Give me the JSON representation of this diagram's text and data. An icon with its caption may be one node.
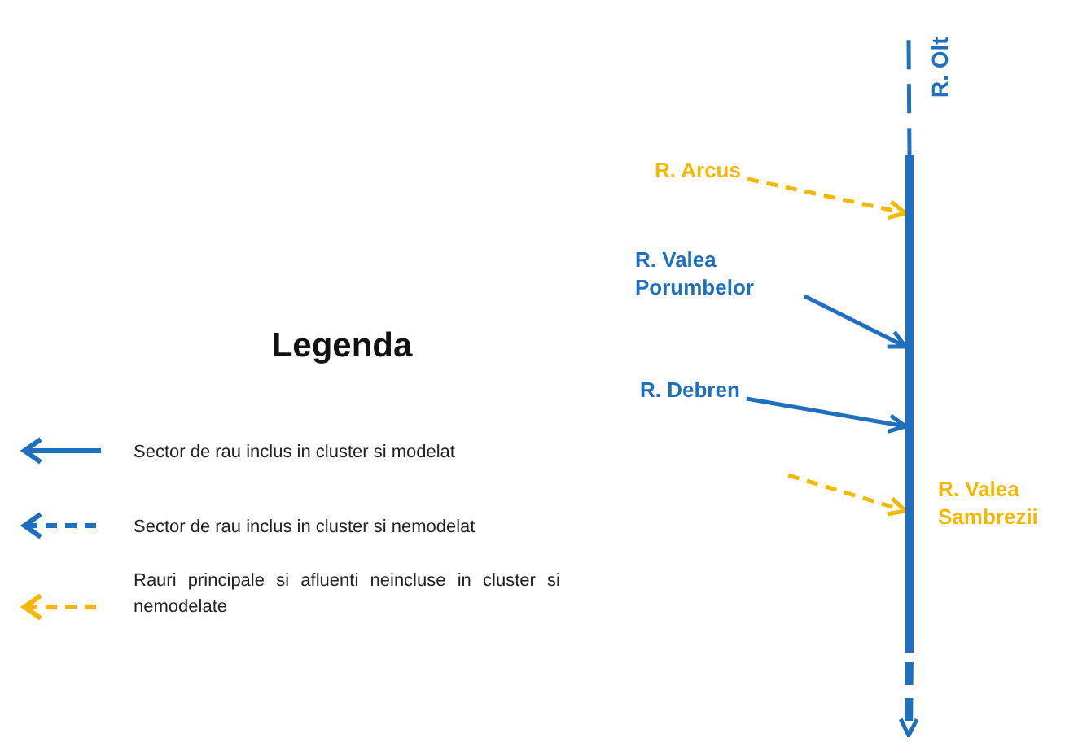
{
  "diagram": {
    "nodes": [
      {
        "text": [
          "R. Olt"
        ]
      },
      {
        "text": [
          "R. Arcus"
        ]
      },
      {
        "text": [
          "R. Valea Porumbelor"
        ]
      },
      {
        "text": [
          "R. Debren"
        ]
      },
      {
        "text": [],
        "shape": "bar"
      }
    ],
    "edges": [
      {
        "from": 0,
        "to": 4,
        "arrow": "none",
        "style": "dashed"
      },
      {
        "from": 1,
        "to": 4,
        "arrow": "to",
        "style": "dashed",
        "color": "#f5b800"
      },
      {
        "from": 2,
        "to": 4,
        "arrow": "to"
      },
      {
        "from": 3,
        "to": 4,
        "arrow": "to"
      },
      {
        "from": null,
        "to": 4,
        "arrow": "to",
        "style": "dashed",
        "color": "#f5b800"
      },
      {
        "from": 4,
        "to": null,
        "arrow": "to",
        "style": "dashed"
      }
    ],
    "labels": [
      "R. Valea Sambrezii",
      "Legenda"
    ],
    "legend": [
      {
        "text": "Sector de rau inclus in cluster si modelat"
      },
      {
        "text": "Sector de rau inclus in cluster si nemodelat"
      },
      {
        "text": "Rauri principale si afluenti neincluse in cluster si nemodelate"
      }
    ]
  }
}
